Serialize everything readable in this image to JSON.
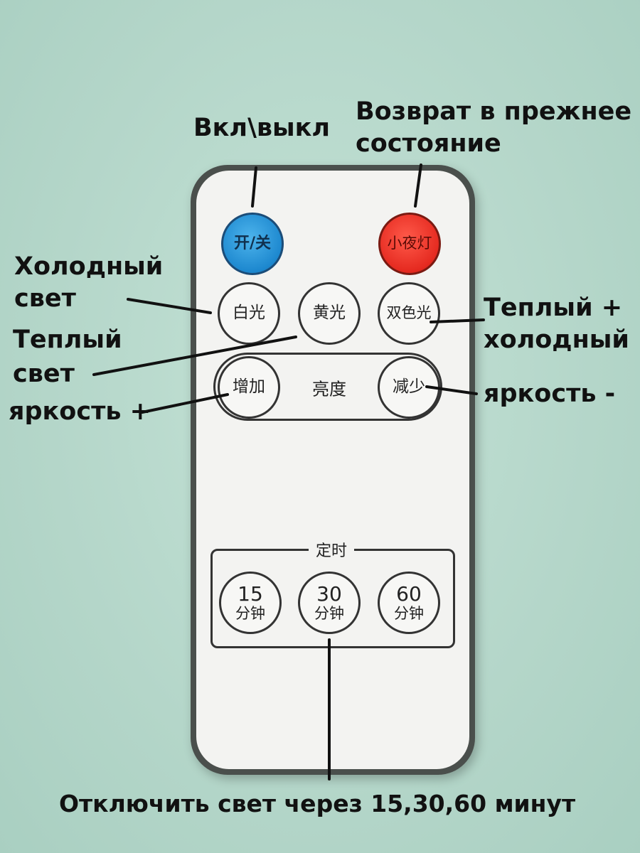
{
  "remote": {
    "power_button": "开/关",
    "night_light_button": "小夜灯",
    "white_light_button": "白光",
    "yellow_light_button": "黄光",
    "dual_light_button": "双色光",
    "brightness_up_button": "增加",
    "brightness_label": "亮度",
    "brightness_down_button": "减少",
    "timer_label": "定时",
    "timers": [
      {
        "num": "15",
        "unit": "分钟"
      },
      {
        "num": "30",
        "unit": "分钟"
      },
      {
        "num": "60",
        "unit": "分钟"
      }
    ]
  },
  "annotations": {
    "power": "Вкл\\выкл",
    "restore_line1": "Возврат в прежнее",
    "restore_line2": "состояние",
    "cold_line1": "Холодный",
    "cold_line2": "свет",
    "warm_line1": "Теплый",
    "warm_line2": "свет",
    "brightness_up": "яркость +",
    "mixed_line1": "Теплый +",
    "mixed_line2": "холодный",
    "brightness_down": "яркость -",
    "timer": "Отключить свет через 15,30,60 минут"
  },
  "colors": {
    "background": "#b4d6c9",
    "power": "#1d88cf",
    "night": "#e52a20"
  }
}
